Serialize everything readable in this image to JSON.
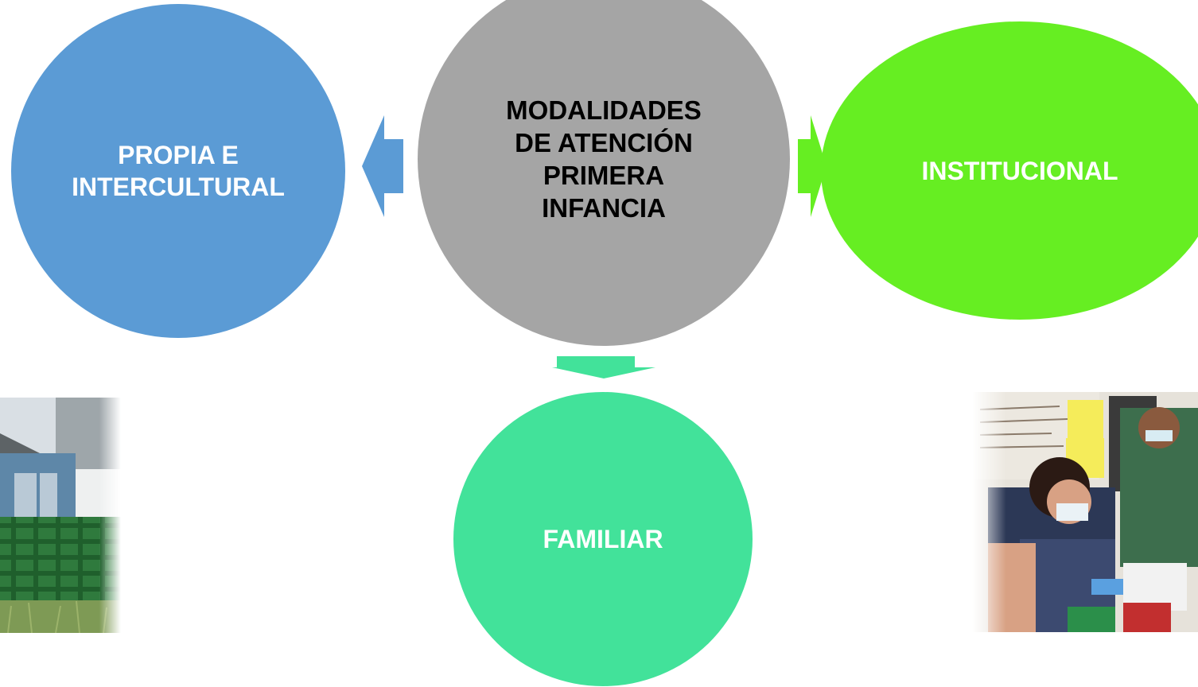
{
  "diagram": {
    "center": {
      "lines": [
        "MODALIDADES",
        "DE ATENCIÓN",
        "PRIMERA",
        "INFANCIA"
      ],
      "color": "#a5a5a5"
    },
    "left": {
      "lines": [
        "PROPIA E",
        "INTERCULTURAL"
      ],
      "color": "#5b9bd5"
    },
    "right": {
      "lines": [
        "INSTITUCIONAL"
      ],
      "color": "#66ee22"
    },
    "bottom": {
      "lines": [
        "FAMILIAR"
      ],
      "color": "#42e29a"
    },
    "arrows": {
      "left": {
        "color": "#5b9bd5"
      },
      "right": {
        "color": "#66ee22"
      },
      "down": {
        "color": "#42e29a"
      }
    }
  },
  "photos": {
    "left": {
      "icon": "building-with-green-fence-photo"
    },
    "right": {
      "icon": "people-with-face-masks-photo"
    }
  }
}
